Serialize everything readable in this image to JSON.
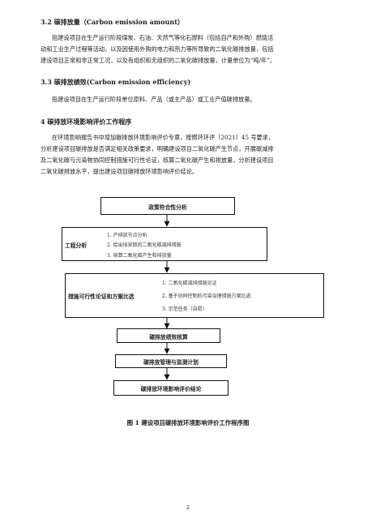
{
  "sec32": {
    "heading": "3.2  碳排放量（Carbon emission amount）",
    "lines": [
      "指建设项目在生产运行阶段煤炭、石油、天然气等化石燃料（包括自产和外购）燃烧活",
      "动和工业生产过程等活动，以及因使用外购的电力和热力等所导致的二氧化碳排放量，包括",
      "建设项目正常和非正常工况，以及有组织和无组织的二氧化碳排放量，计量单位为“吨/年”。"
    ]
  },
  "sec33": {
    "heading": "3.3  碳排放绩效(Carbon emission efficiency)",
    "lines": [
      "指建设项目在生产运行阶段单位原料、产品（或主产品）或工业产值碳排放量。"
    ]
  },
  "sec4": {
    "heading": "4  碳排放环境影响评价工作程序",
    "lines": [
      "在环境影响报告书中增加碳排放环境影响评价专章，按照环环评〔2021〕45 号要求，",
      "分析建设项目碳排放是否满足相关政策要求，明确建设项目二氧化碳产生节点，开展碳减排",
      "及二氧化碳与污染物协同控制措施可行性论证，核算二氧化碳产生和排放量，分析建设项目",
      "二氧化碳排放水平，提出建设项目碳排放环境影响评价结论。"
    ]
  },
  "flow": {
    "box1": "政策符合性分析",
    "box2_title": "工程分析",
    "box2_items": [
      "1. 产排放节点分析",
      "2. 给出拟采取的二氧化碳减排措施",
      "3. 核算二氧化碳产生和排放量"
    ],
    "box3_title": "措施可行性论证和方案比选",
    "box3_items": [
      "1. 二氧化碳减排措施论证",
      "2. 基于协同控制的污染治理措施方案比选",
      "3. 示范任务（自愿）"
    ],
    "box4": "碳排放绩效核算",
    "box5": "碳排放管理与监测计划",
    "box6": "碳排放环境影响评价结论"
  },
  "caption": "图 1  建设项目碳排放环境影响评价工作程序图",
  "page_number": "2"
}
